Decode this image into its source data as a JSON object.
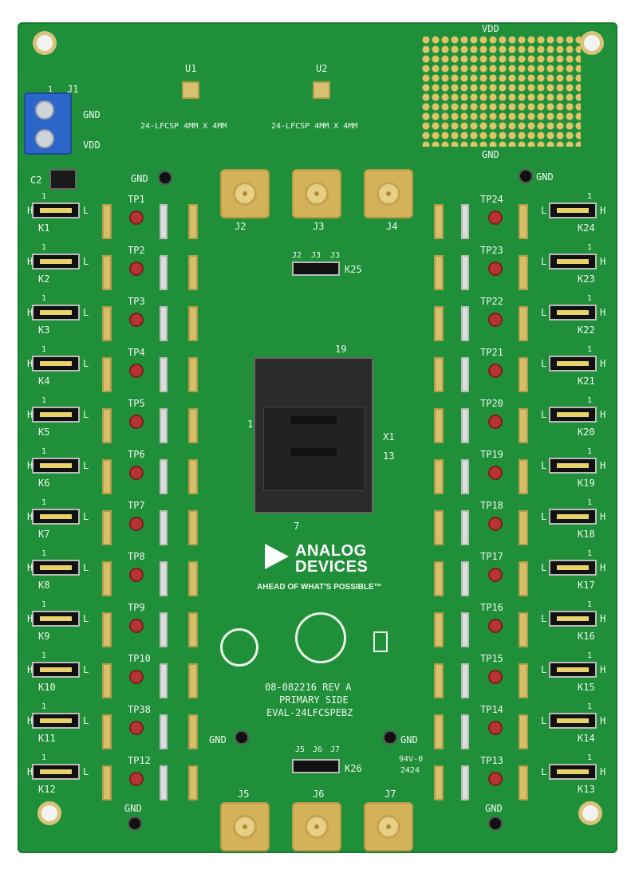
{
  "board": {
    "top_labels": {
      "vdd": "VDD",
      "gnd": "GND"
    },
    "u1": {
      "ref": "U1",
      "package": "24-LFCSP 4MM X 4MM"
    },
    "u2": {
      "ref": "U2",
      "package": "24-LFCSP 4MM X 4MM"
    },
    "j1": {
      "ref": "J1",
      "pin1": "1",
      "gnd": "GND",
      "vdd": "VDD"
    },
    "c2": {
      "ref": "C2"
    },
    "k_left": [
      {
        "ref": "K1",
        "pin": "1",
        "h": "H",
        "l": "L"
      },
      {
        "ref": "K2",
        "pin": "1",
        "h": "H",
        "l": "L"
      },
      {
        "ref": "K3",
        "pin": "1",
        "h": "H",
        "l": "L"
      },
      {
        "ref": "K4",
        "pin": "1",
        "h": "H",
        "l": "L"
      },
      {
        "ref": "K5",
        "pin": "1",
        "h": "H",
        "l": "L"
      },
      {
        "ref": "K6",
        "pin": "1",
        "h": "H",
        "l": "L"
      },
      {
        "ref": "K7",
        "pin": "1",
        "h": "H",
        "l": "L"
      },
      {
        "ref": "K8",
        "pin": "1",
        "h": "H",
        "l": "L"
      },
      {
        "ref": "K9",
        "pin": "1",
        "h": "H",
        "l": "L"
      },
      {
        "ref": "K10",
        "pin": "1",
        "h": "H",
        "l": "L"
      },
      {
        "ref": "K11",
        "pin": "1",
        "h": "H",
        "l": "L"
      },
      {
        "ref": "K12",
        "pin": "1",
        "h": "H",
        "l": "L"
      }
    ],
    "k_right": [
      {
        "ref": "K24",
        "pin": "1",
        "h": "H",
        "l": "L"
      },
      {
        "ref": "K23",
        "pin": "1",
        "h": "H",
        "l": "L"
      },
      {
        "ref": "K22",
        "pin": "1",
        "h": "H",
        "l": "L"
      },
      {
        "ref": "K21",
        "pin": "1",
        "h": "H",
        "l": "L"
      },
      {
        "ref": "K20",
        "pin": "1",
        "h": "H",
        "l": "L"
      },
      {
        "ref": "K19",
        "pin": "1",
        "h": "H",
        "l": "L"
      },
      {
        "ref": "K18",
        "pin": "1",
        "h": "H",
        "l": "L"
      },
      {
        "ref": "K17",
        "pin": "1",
        "h": "H",
        "l": "L"
      },
      {
        "ref": "K16",
        "pin": "1",
        "h": "H",
        "l": "L"
      },
      {
        "ref": "K15",
        "pin": "1",
        "h": "H",
        "l": "L"
      },
      {
        "ref": "K14",
        "pin": "1",
        "h": "H",
        "l": "L"
      },
      {
        "ref": "K13",
        "pin": "1",
        "h": "H",
        "l": "L"
      }
    ],
    "tp_left": [
      "TP1",
      "TP2",
      "TP3",
      "TP4",
      "TP5",
      "TP6",
      "TP7",
      "TP8",
      "TP9",
      "TP10",
      "TP38",
      "TP12"
    ],
    "tp_right": [
      "TP24",
      "TP23",
      "TP22",
      "TP21",
      "TP20",
      "TP19",
      "TP18",
      "TP17",
      "TP16",
      "TP15",
      "TP14",
      "TP13"
    ],
    "sma_top": [
      "J2",
      "J3",
      "J4"
    ],
    "sma_bottom": [
      "J5",
      "J6",
      "J7"
    ],
    "k25": {
      "ref": "K25",
      "labels": [
        "J2",
        "J3",
        "J3"
      ]
    },
    "k26": {
      "ref": "K26",
      "labels": [
        "J5",
        "J6",
        "J7"
      ]
    },
    "socket": {
      "ref": "X1",
      "pin19": "19",
      "pin1": "1",
      "pin13": "13",
      "pin7": "7"
    },
    "logo": {
      "line1": "ANALOG",
      "line2": "DEVICES",
      "tagline": "AHEAD OF WHAT'S POSSIBLE™"
    },
    "silkscreen": {
      "line1": "08-082216 REV A",
      "line2": "PRIMARY SIDE",
      "line3": "EVAL-24LFCSPEBZ",
      "ul": "94V-0",
      "datecode": "2424"
    },
    "gnd_labels": [
      "GND",
      "GND",
      "GND",
      "GND",
      "GND",
      "GND"
    ]
  }
}
